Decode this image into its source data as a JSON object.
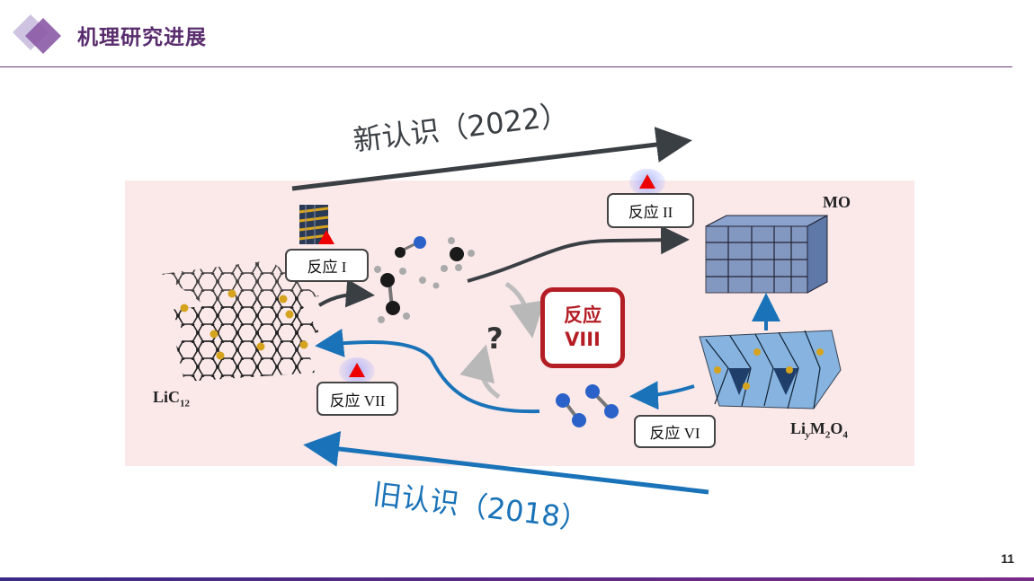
{
  "header": {
    "title": "机理研究进展"
  },
  "page_number": "11",
  "arrows": {
    "new_understanding": "新认识（2022）",
    "old_understanding": "旧认识（2018）"
  },
  "reactions": {
    "r1": "反应 I",
    "r2": "反应 II",
    "r6": "反应 VI",
    "r7": "反应 VII",
    "r8_line1": "反应",
    "r8_line2": "VIII"
  },
  "materials": {
    "graphite": "LiC",
    "graphite_sub": "12",
    "oxide": "MO",
    "spinel_prefix": "Li",
    "spinel_y": "y",
    "spinel_m": "M",
    "spinel_2": "2",
    "spinel_o": "O",
    "spinel_4": "4"
  },
  "question_mark": "?",
  "colors": {
    "accent_purple": "#5a2d6e",
    "blue_arrow": "#1a73b8",
    "dark_arrow": "#3a3f44",
    "red": "#b51d25"
  }
}
